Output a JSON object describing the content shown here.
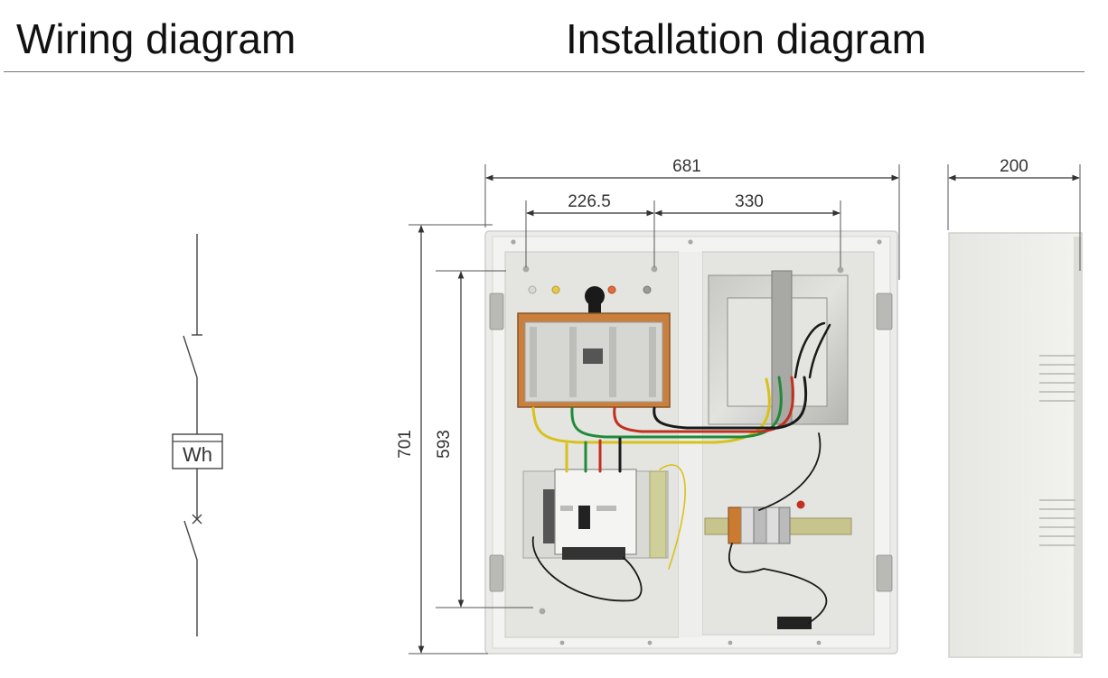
{
  "headings": {
    "wiring": "Wiring diagram",
    "installation": "Installation diagram"
  },
  "wiring_diagram": {
    "meter_label": "Wh"
  },
  "dimensions": {
    "overall_width": "681",
    "left_mount_spacing": "226.5",
    "right_mount_spacing": "330",
    "depth": "200",
    "overall_height": "701",
    "mount_height": "593"
  },
  "colors": {
    "enclosure": "#ebebea",
    "isolator_frame": "#c9803f",
    "wire_yellow": "#d8c21a",
    "wire_green": "#1f8a3a",
    "wire_red": "#c23020",
    "wire_black": "#1a1a1a",
    "rule": "#777777"
  }
}
